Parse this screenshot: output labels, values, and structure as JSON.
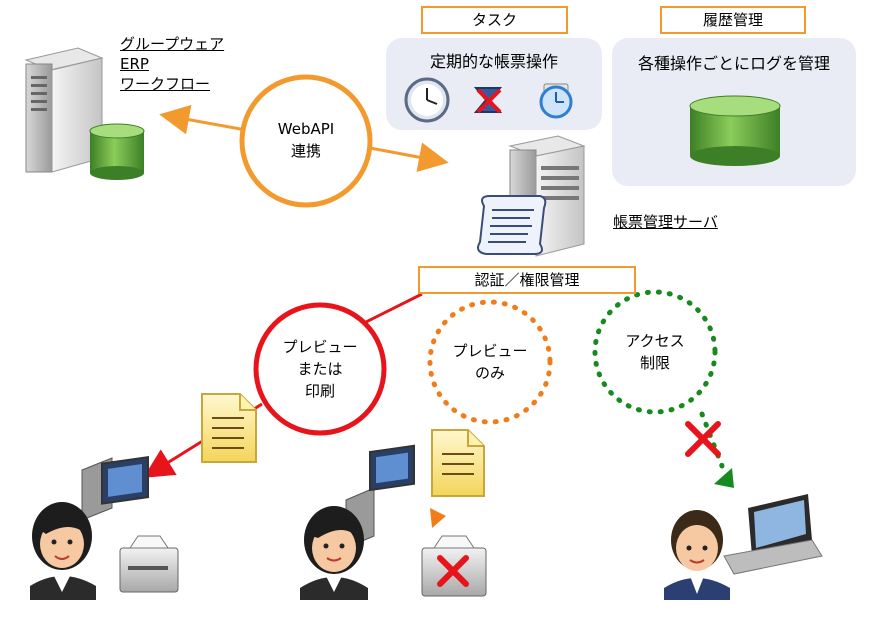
{
  "labels": {
    "task": "タスク",
    "history": "履歴管理",
    "auth": "認証／権限管理"
  },
  "panels": {
    "task_title": "定期的な帳票操作",
    "history_title": "各種操作ごとにログを管理"
  },
  "external_system": {
    "line1": "グループウェア",
    "line2": "ERP",
    "line3": "ワークフロー"
  },
  "server_label": "帳票管理サーバ",
  "webapi": {
    "line1": "WebAPI",
    "line2": "連携"
  },
  "permissions": [
    {
      "line1": "プレビュー",
      "line2": "または",
      "line3": "印刷"
    },
    {
      "line1": "プレビュー",
      "line2": "のみ"
    },
    {
      "line1": "アクセス",
      "line2": "制限"
    }
  ],
  "colors": {
    "accent_orange": "#f39a2e",
    "print_red": "#e8141c",
    "preview_orange": "#f07d1a",
    "access_green": "#168a1e",
    "panel_bg": "#e9ebf5",
    "db_green": "#4e9a32"
  },
  "icons": [
    "clock-icon",
    "scheduler-icon",
    "timer-icon",
    "database-icon",
    "server-icon",
    "document-icon",
    "printer-icon",
    "laptop-icon",
    "user-icon"
  ]
}
